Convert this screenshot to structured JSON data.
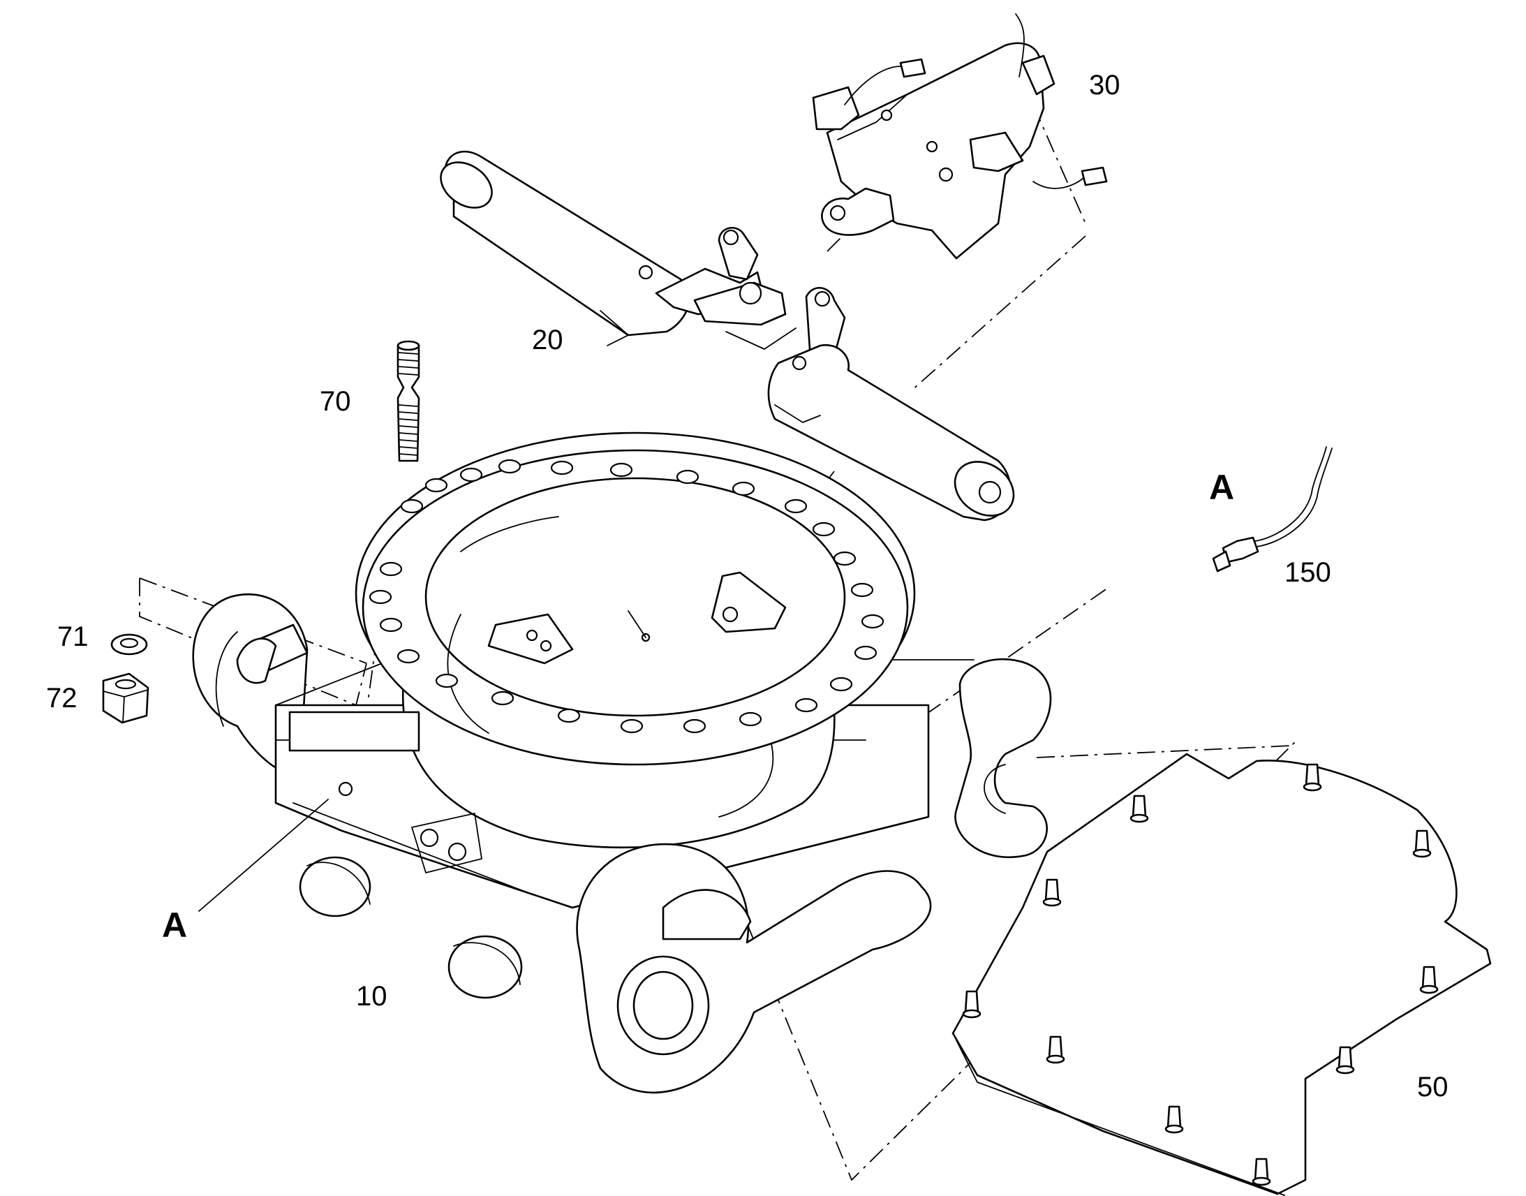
{
  "callouts": {
    "p10": "10",
    "p20": "20",
    "p30": "30",
    "p50": "50",
    "p70": "70",
    "p71": "71",
    "p72": "72",
    "p150": "150",
    "detail_a_main": "A",
    "detail_a_inset": "A"
  },
  "icons": [
    "housing",
    "actuator-cylinder",
    "control-valve",
    "cover-plate",
    "stud",
    "washer",
    "hex-nut",
    "sensor-cable"
  ]
}
